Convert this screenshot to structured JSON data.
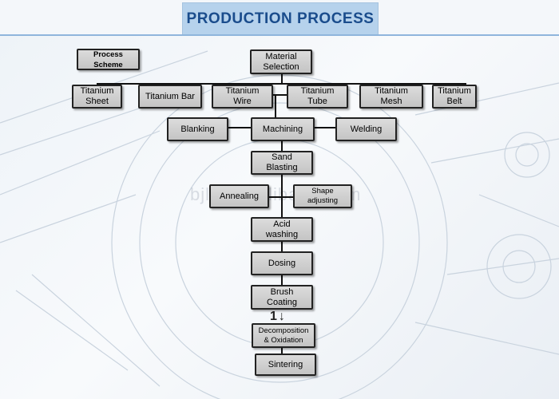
{
  "header": {
    "title": "PRODUCTION PROCESS"
  },
  "legend": {
    "label": "Process\nScheme"
  },
  "nodes": {
    "material_selection": "Material\nSelection",
    "titanium_sheet": "Titanium\nSheet",
    "titanium_bar": "Titanium Bar",
    "titanium_wire": "Titanium\nWire",
    "titanium_tube": "Titanium\nTube",
    "titanium_mesh": "Titanium\nMesh",
    "titanium_belt": "Titanium\nBelt",
    "blanking": "Blanking",
    "machining": "Machining",
    "welding": "Welding",
    "sand_blasting": "Sand\nBlasting",
    "annealing": "Annealing",
    "shape_adjusting": "Shape\nadjusting",
    "acid_washing": "Acid\nwashing",
    "dosing": "Dosing",
    "brush_coating": "Brush\nCoating",
    "decomposition": "Decomposition\n& Oxidation",
    "sintering": "Sintering"
  },
  "watermark": "bjlct.en.alibaba.com",
  "loop_marks": "1↓",
  "colors": {
    "header_bg": "#b6d2ec",
    "header_text": "#1a4c8c",
    "box_fill": "#cfcfcf",
    "box_border": "#222222"
  }
}
